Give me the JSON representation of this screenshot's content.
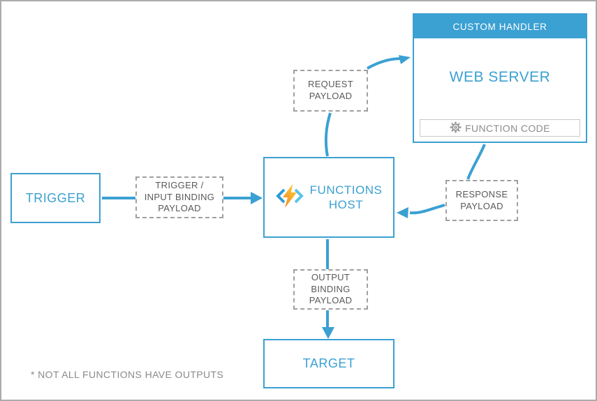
{
  "nodes": {
    "trigger": {
      "label": "TRIGGER"
    },
    "functions_host": {
      "label": "FUNCTIONS\nHOST"
    },
    "target": {
      "label": "TARGET"
    },
    "custom_handler": {
      "header": "CUSTOM HANDLER",
      "body": "WEB SERVER",
      "function_code": "FUNCTION CODE"
    }
  },
  "payloads": {
    "trigger_input": "TRIGGER /\nINPUT BINDING\nPAYLOAD",
    "request": "REQUEST\nPAYLOAD",
    "response": "RESPONSE\nPAYLOAD",
    "output": "OUTPUT\nBINDING\nPAYLOAD"
  },
  "footnote": "* NOT ALL FUNCTIONS HAVE OUTPUTS",
  "icons": {
    "gear": "gear-icon",
    "functions_bolt": "azure-functions-lightning-icon"
  },
  "colors": {
    "accent_blue": "#3BA0D2",
    "dashed_gray": "#A0A0A0",
    "payload_text_gray": "#595959",
    "muted_gray": "#8A8A8A",
    "bolt_orange": "#F5821F",
    "bolt_yellow": "#FFD23E",
    "chevron_left_blue": "#2E9CD6",
    "chevron_right_blue": "#5BC2EA"
  }
}
